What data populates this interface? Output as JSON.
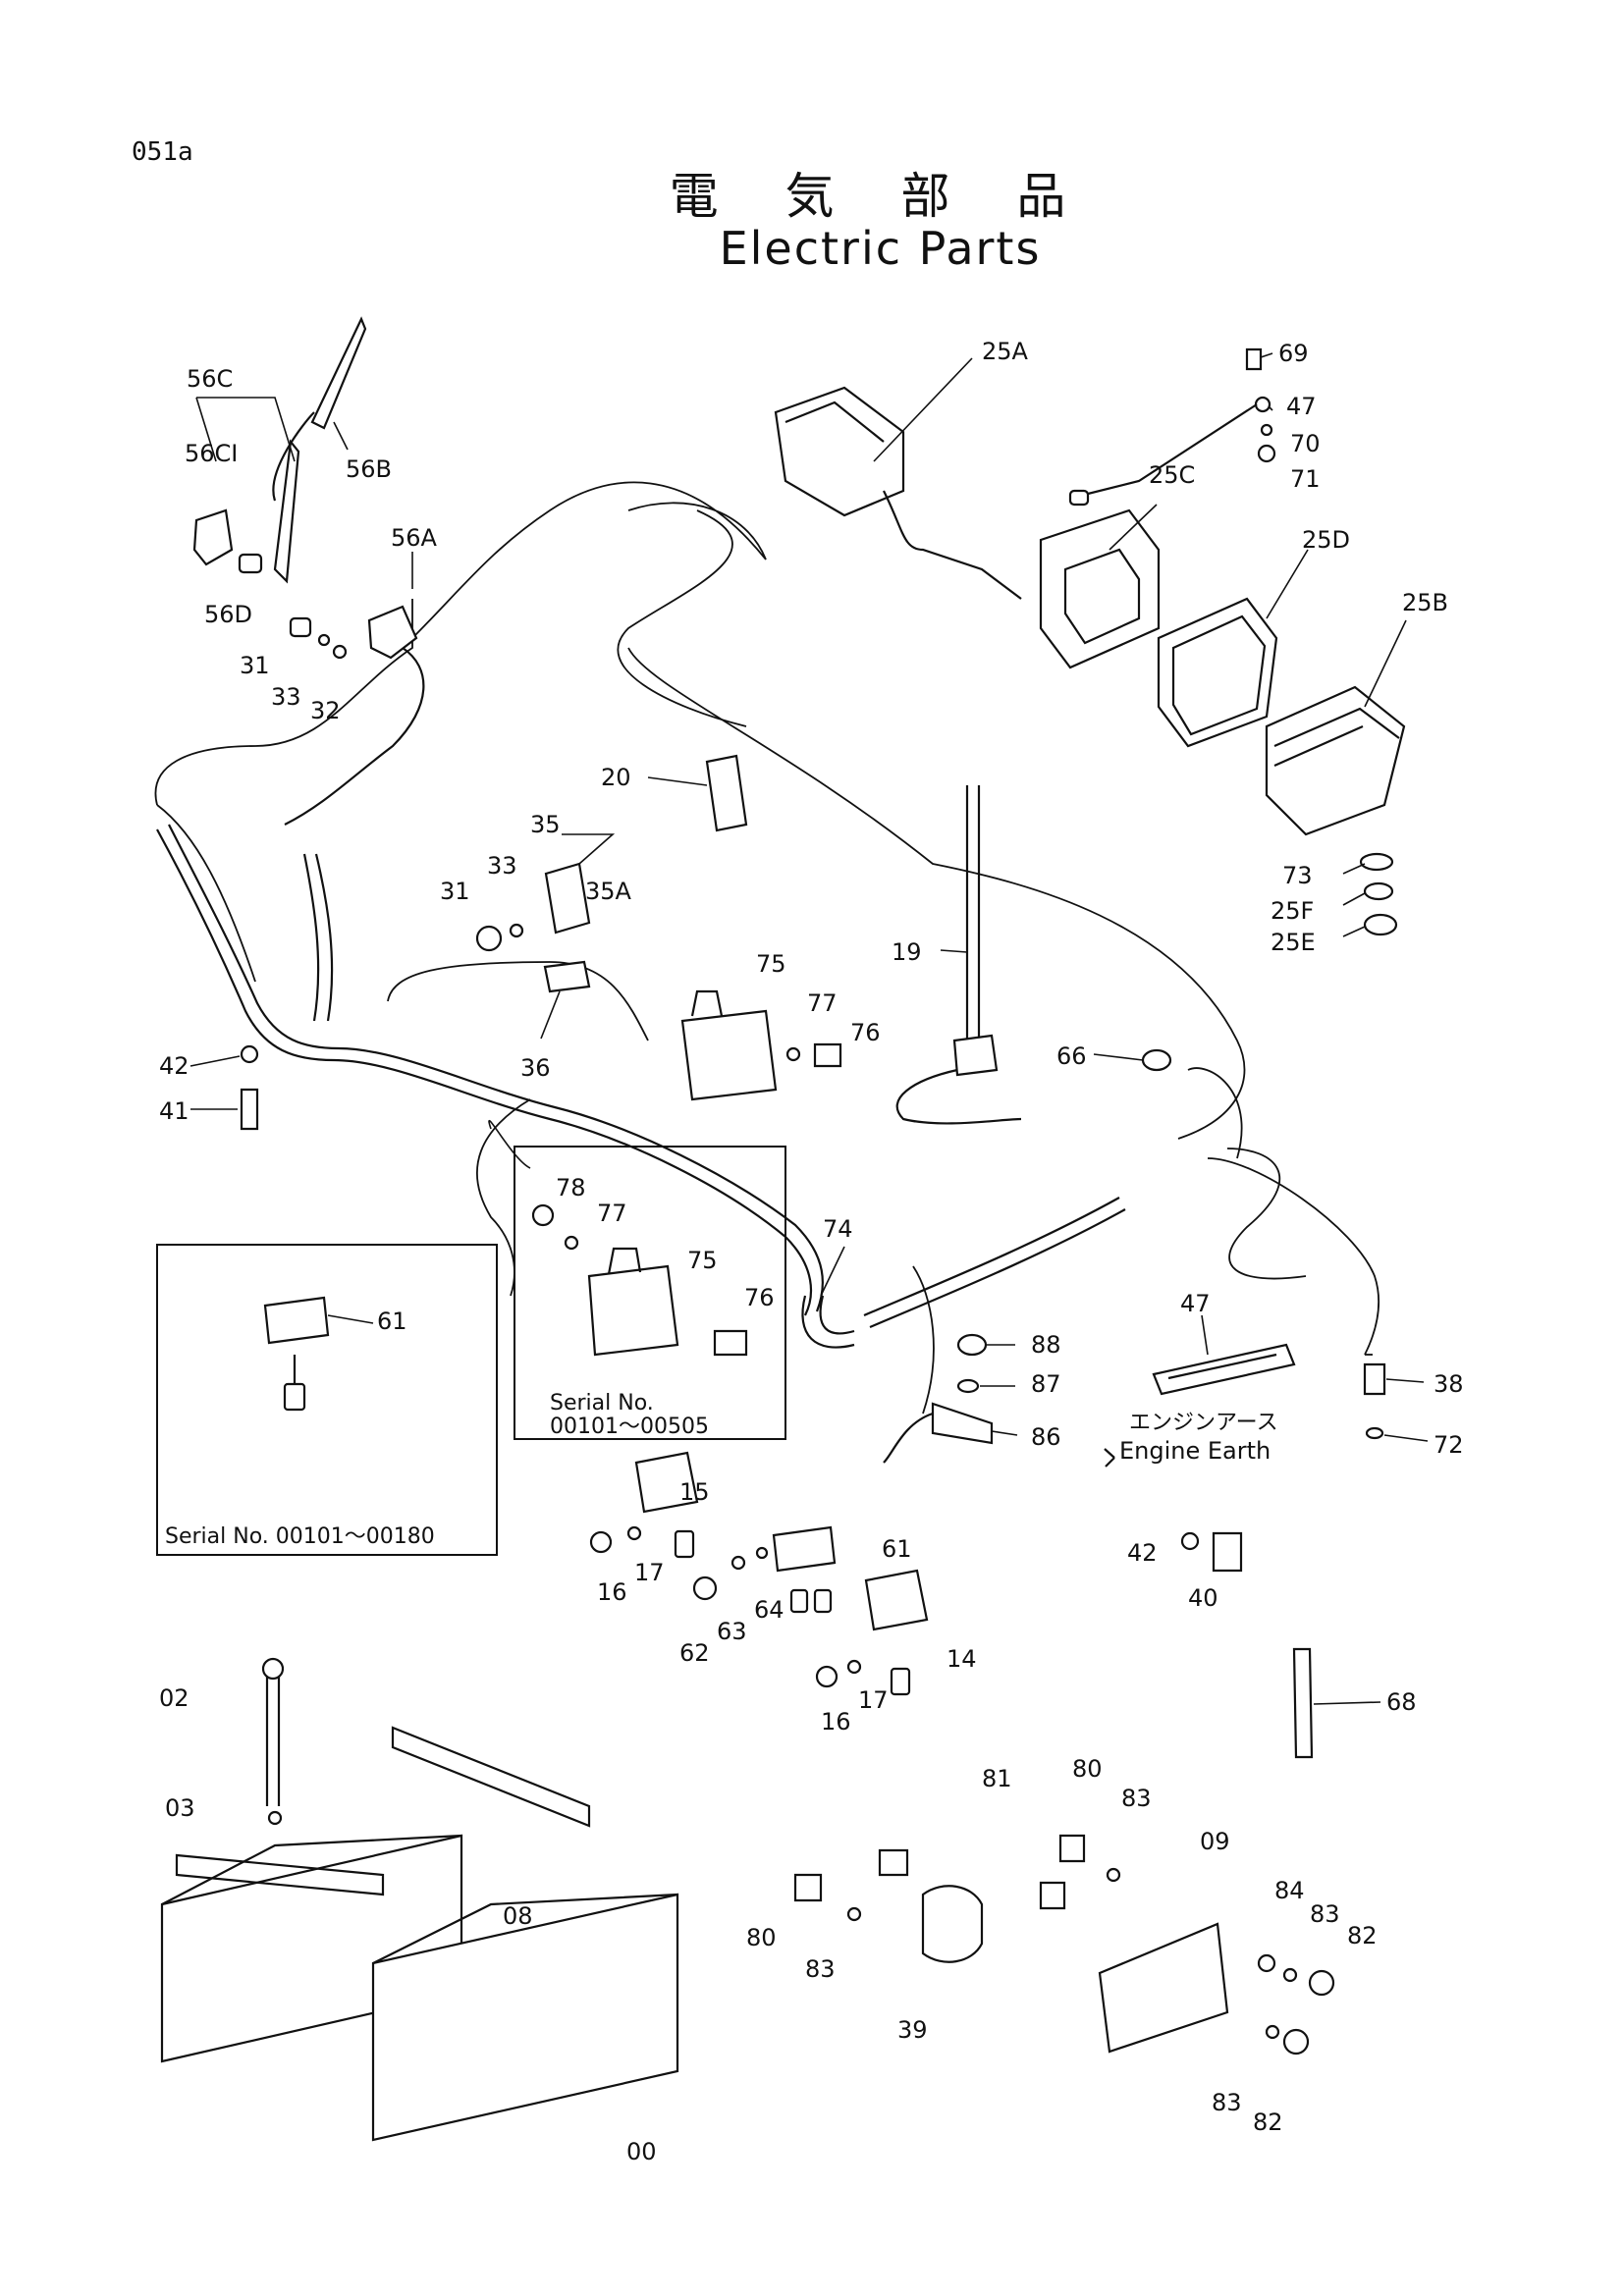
{
  "page_code": "051a",
  "title_jp": "電 気 部 品",
  "title_en": "Electric Parts",
  "callouts": {
    "p56C": "56C",
    "p56C1": "56CI",
    "p56B": "56B",
    "p56A": "56A",
    "p56D": "56D",
    "p31a": "31",
    "p33a": "33",
    "p32": "32",
    "p25A": "25A",
    "p69": "69",
    "p47a": "47",
    "p70": "70",
    "p71": "71",
    "p25C": "25C",
    "p25D": "25D",
    "p25B": "25B",
    "p73": "73",
    "p25F": "25F",
    "p25E": "25E",
    "p20": "20",
    "p35": "35",
    "p35A": "35A",
    "p33b": "33",
    "p31b": "31",
    "p19": "19",
    "p75a": "75",
    "p77a": "77",
    "p76a": "76",
    "p66": "66",
    "p36": "36",
    "p42a": "42",
    "p41": "41",
    "p78": "78",
    "p77b": "77",
    "p75b": "75",
    "p76b": "76",
    "p74": "74",
    "p61a": "61",
    "p47b": "47",
    "p88": "88",
    "p87": "87",
    "p86": "86",
    "p38": "38",
    "p72": "72",
    "p15": "15",
    "p61b": "61",
    "p16a": "16",
    "p17a": "17",
    "p62": "62",
    "p63": "63",
    "p64": "64",
    "p14": "14",
    "p16b": "16",
    "p17b": "17",
    "p42b": "42",
    "p40": "40",
    "p68": "68",
    "p02": "02",
    "p03": "03",
    "p08": "08",
    "p00": "00",
    "p81": "81",
    "p80a": "80",
    "p83a": "83",
    "p09": "09",
    "p84": "84",
    "p83b": "83",
    "p82a": "82",
    "p80b": "80",
    "p83c": "83",
    "p39": "39",
    "p83d": "83",
    "p82b": "82"
  },
  "notes": {
    "serial_inner_label": "Serial No.",
    "serial_inner_range": "00101～00505",
    "serial_box_label": "Serial No. 00101～00180",
    "engine_earth_jp": "エンジンアース",
    "engine_earth_en": "Engine Earth"
  }
}
